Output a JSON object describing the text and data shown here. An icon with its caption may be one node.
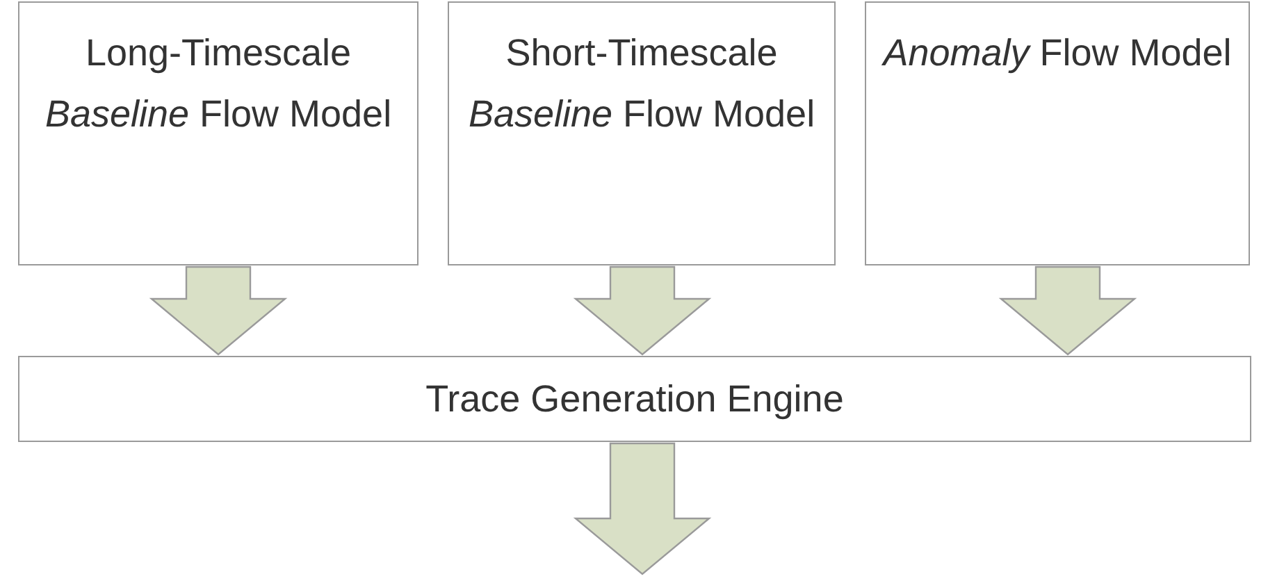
{
  "diagram": {
    "nodes": [
      {
        "text": [
          "Long-Timescale *Baseline* Flow Model"
        ]
      },
      {
        "text": [
          "Short-Timescale *Baseline* Flow Model"
        ]
      },
      {
        "text": [
          "*Anomaly* Flow Model"
        ]
      },
      {
        "text": [
          "Trace Generation Engine"
        ]
      }
    ],
    "edges": [
      {
        "from": 0,
        "to": 3,
        "arrow": "to"
      },
      {
        "from": 1,
        "to": 3,
        "arrow": "to"
      },
      {
        "from": 2,
        "to": 3,
        "arrow": "to"
      },
      {
        "from": 3,
        "to": null,
        "arrow": "to"
      }
    ]
  }
}
